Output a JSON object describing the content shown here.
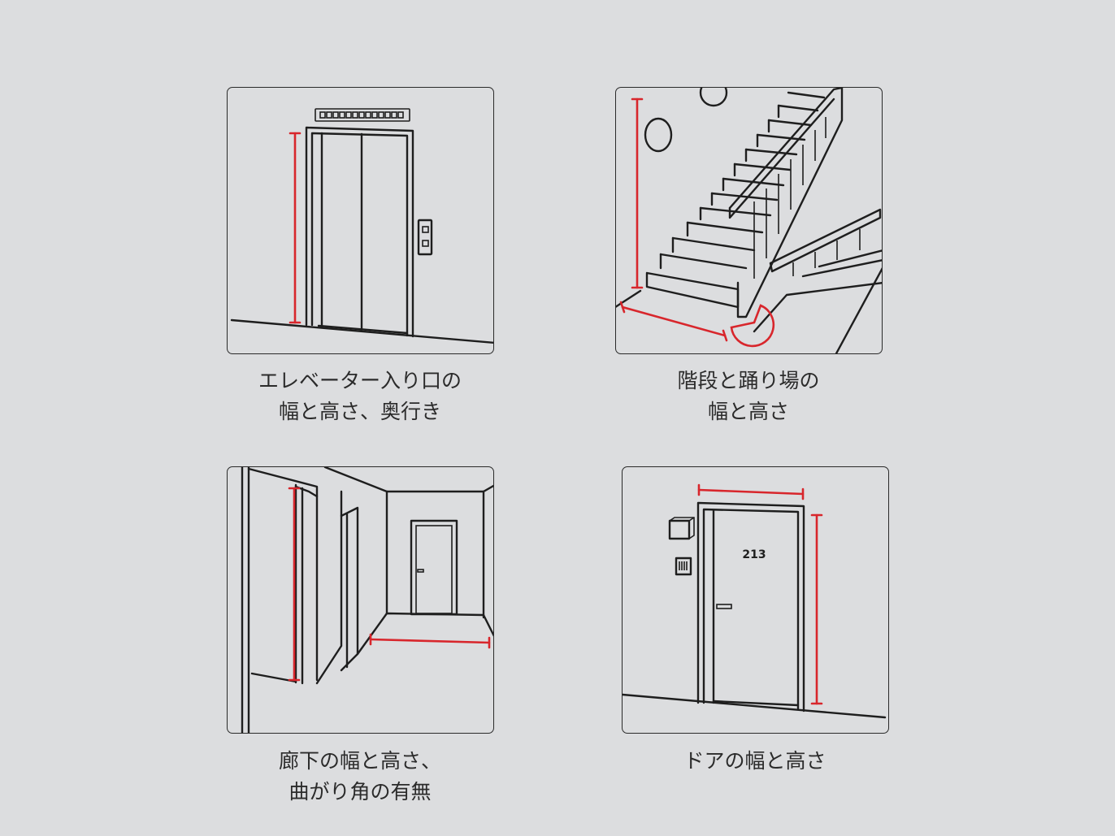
{
  "panels": [
    {
      "id": "elevator",
      "caption_lines": [
        "エレベーター入り口の",
        "幅と高さ、奥行き"
      ]
    },
    {
      "id": "stairs",
      "caption_lines": [
        "階段と踊り場の",
        "幅と高さ"
      ]
    },
    {
      "id": "corridor",
      "caption_lines": [
        "廊下の幅と高さ、",
        "曲がり角の有無"
      ]
    },
    {
      "id": "door",
      "caption_lines": [
        "ドアの幅と高さ"
      ],
      "door_number": "213"
    }
  ],
  "colors": {
    "background": "#dcdddf",
    "line": "#1e1e1e",
    "measure": "#d8262c"
  }
}
